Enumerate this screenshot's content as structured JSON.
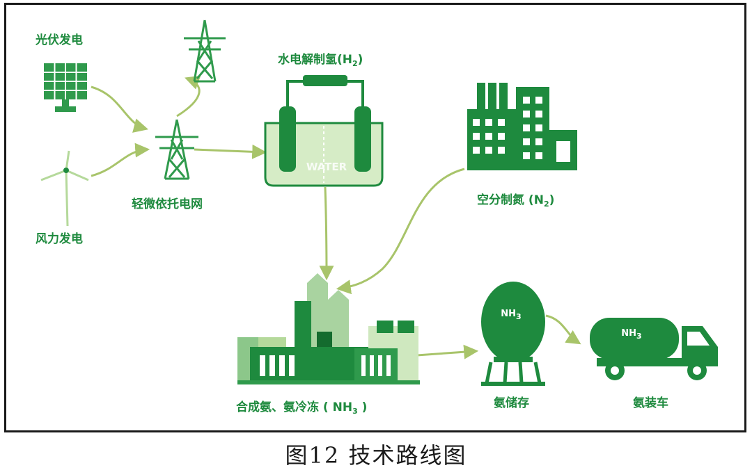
{
  "diagram": {
    "nodes": {
      "pv": {
        "label": "光伏发电"
      },
      "wind": {
        "label": "风力发电"
      },
      "grid": {
        "label": "轻微依托电网"
      },
      "electrolysis": {
        "label": "水电解制氢",
        "formula": "H",
        "formula_sub": "2",
        "inner_text": "WATER"
      },
      "air_separation": {
        "label": "空分制氮",
        "formula": "N",
        "formula_sub": "2"
      },
      "synthesis": {
        "label": "合成氨、氨冷冻",
        "formula": "NH",
        "formula_sub": "3"
      },
      "storage": {
        "label": "氨储存",
        "inner_text": "NH",
        "inner_sub": "3"
      },
      "truck": {
        "label": "氨装车",
        "inner_text": "NH",
        "inner_sub": "3"
      }
    },
    "colors": {
      "primary": "#1e8a3e",
      "light": "#8cc78a",
      "pale": "#cfe8bf",
      "arrow": "#a8c46a"
    }
  },
  "caption": "图12  技术路线图"
}
